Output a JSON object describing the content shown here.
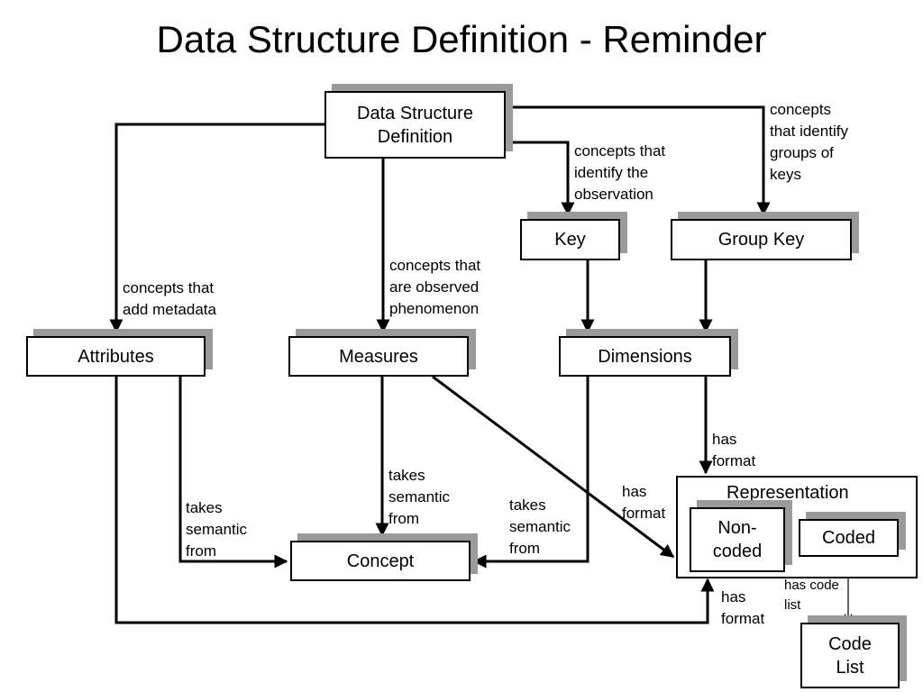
{
  "title": "Data Structure Definition - Reminder",
  "nodes": {
    "dsd": "Data Structure Definition",
    "key": "Key",
    "group_key": "Group Key",
    "attributes": "Attributes",
    "measures": "Measures",
    "dimensions": "Dimensions",
    "concept": "Concept",
    "representation": "Representation",
    "non_coded": "Non-coded",
    "coded": "Coded",
    "code_list": "Code List"
  },
  "edges": {
    "dsd_key": "concepts that identify the observation",
    "dsd_group_key": "concepts that identify groups of keys",
    "dsd_attributes": "concepts that add metadata",
    "dsd_measures": "concepts that are observed phenomenon",
    "attributes_concept": "takes semantic from",
    "measures_concept": "takes semantic from",
    "dimensions_concept": "takes semantic from",
    "dimensions_representation": "has format",
    "measures_representation": "has format",
    "attributes_representation": "has format",
    "coded_code_list": "has code list"
  }
}
